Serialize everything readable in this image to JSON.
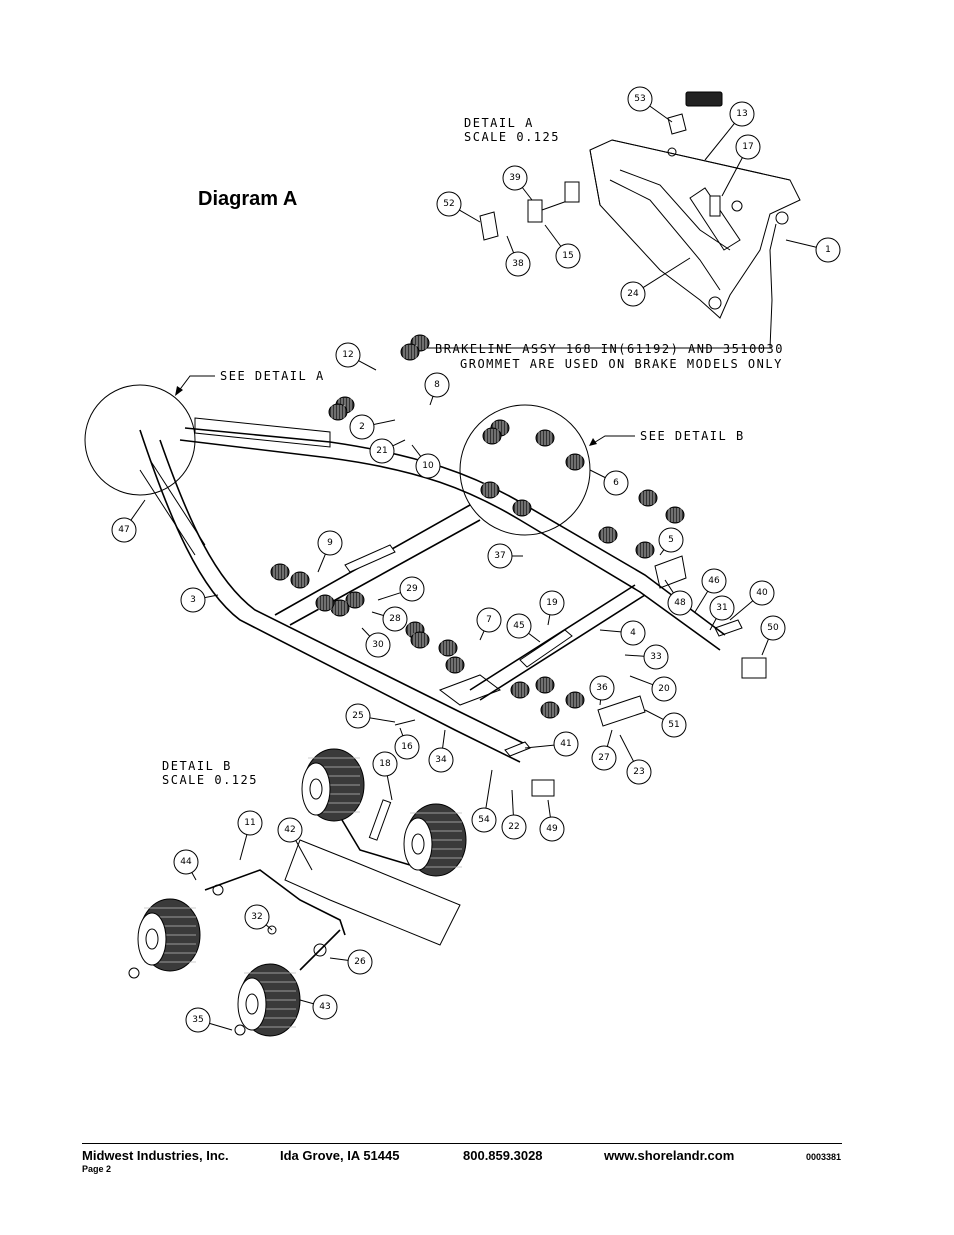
{
  "title": "Diagram A",
  "detail_a": {
    "label": "DETAIL  A",
    "scale": "SCALE  0.125",
    "see": "SEE DETAIL  A"
  },
  "detail_b": {
    "label": "DETAIL  B",
    "scale": "SCALE  0.125",
    "see": "SEE DETAIL  B"
  },
  "brake_note": {
    "line1": "BRAKELINE ASSY 168 IN(61192) AND 3510030",
    "line2": "GROMMET ARE USED ON BRAKE MODELS ONLY"
  },
  "callouts": [
    "53",
    "13",
    "17",
    "39",
    "52",
    "15",
    "38",
    "1",
    "24",
    "12",
    "8",
    "2",
    "21",
    "10",
    "6",
    "47",
    "9",
    "5",
    "37",
    "3",
    "29",
    "28",
    "30",
    "7",
    "19",
    "45",
    "4",
    "48",
    "46",
    "31",
    "40",
    "50",
    "33",
    "20",
    "36",
    "51",
    "25",
    "16",
    "34",
    "41",
    "27",
    "23",
    "54",
    "22",
    "49",
    "18",
    "11",
    "42",
    "44",
    "32",
    "26",
    "43",
    "35"
  ],
  "footer": {
    "company": "Midwest Industries, Inc.",
    "city": "Ida Grove, IA  51445",
    "phone": "800.859.3028",
    "web": "www.shorelandr.com",
    "doc": "0003381",
    "page": "Page 2"
  }
}
